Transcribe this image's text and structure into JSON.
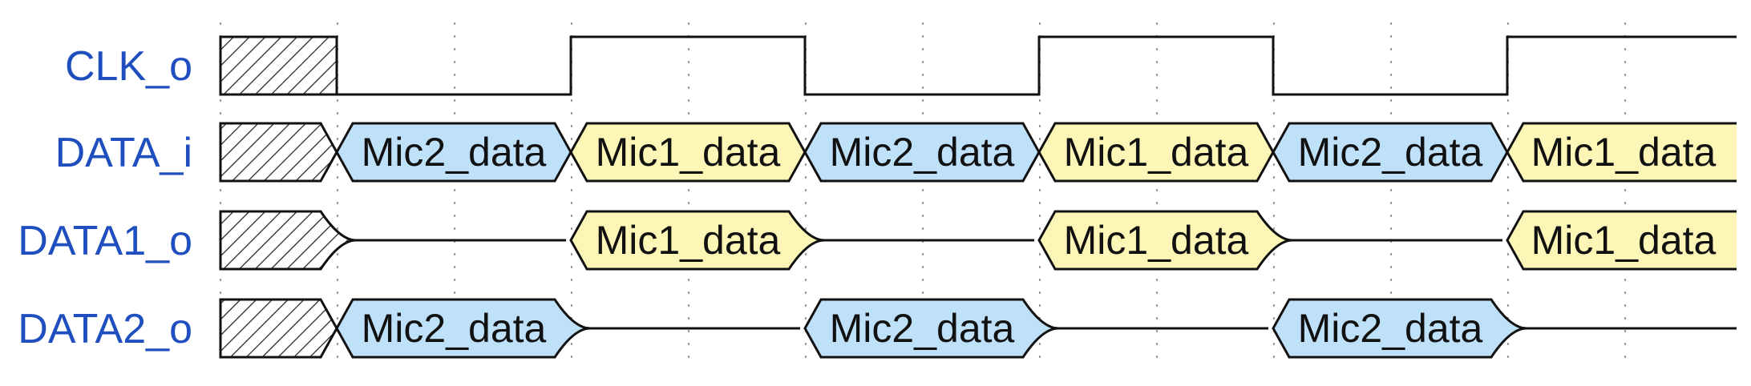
{
  "signals": [
    {
      "name": "CLK_o",
      "type": "clock",
      "levels": [
        0,
        1,
        0,
        1,
        0,
        1
      ]
    },
    {
      "name": "DATA_i",
      "type": "bus",
      "slots": [
        "Mic2_data",
        "Mic1_data",
        "Mic2_data",
        "Mic1_data",
        "Mic2_data",
        "Mic1_data"
      ]
    },
    {
      "name": "DATA1_o",
      "type": "bus",
      "slots": [
        "",
        "Mic1_data",
        "",
        "Mic1_data",
        "",
        "Mic1_data"
      ]
    },
    {
      "name": "DATA2_o",
      "type": "bus",
      "slots": [
        "Mic2_data",
        "",
        "Mic2_data",
        "",
        "Mic2_data",
        ""
      ]
    }
  ],
  "colors": {
    "Mic1_data": "#fdf6b7",
    "Mic2_data": "#bfe0f9",
    "label": "#1f4fbf"
  },
  "leading_state": "unknown",
  "grid_divisions": 13
}
